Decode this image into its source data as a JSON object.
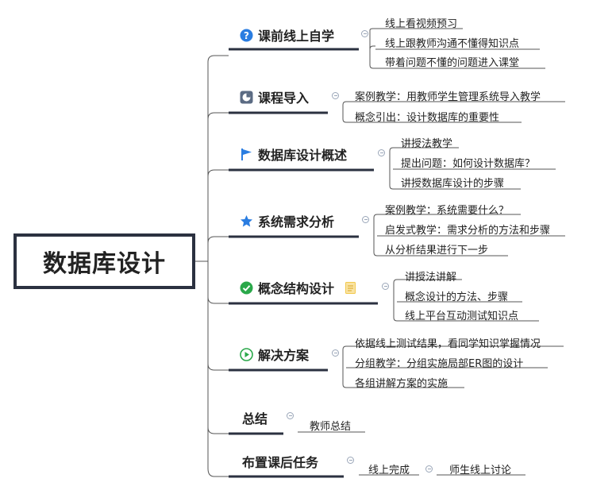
{
  "root": {
    "label": "数据库设计"
  },
  "topics": [
    {
      "label": "课前线上自学",
      "icon": "question-icon",
      "leaves": [
        "线上看视频预习",
        "线上跟教师沟通不懂得知识点",
        "带着问题不懂的问题进入课堂"
      ]
    },
    {
      "label": "课程导入",
      "icon": "pie-chart-icon",
      "leaves": [
        "案例教学：用教师学生管理系统导入教学",
        "概念引出：设计数据库的重要性"
      ]
    },
    {
      "label": "数据库设计概述",
      "icon": "flag-icon",
      "leaves": [
        "讲授法教学",
        "提出问题：如何设计数据库？",
        "讲授数据库设计的步骤"
      ]
    },
    {
      "label": "系统需求分析",
      "icon": "star-icon",
      "leaves": [
        "案例教学：系统需要什么？",
        "启发式教学：需求分析的方法和步骤",
        "从分析结果进行下一步"
      ]
    },
    {
      "label": "概念结构设计",
      "icon": "check-circle-icon",
      "leaves": [
        "讲授法讲解",
        "概念设计的方法、步骤",
        "线上平台互动测试知识点"
      ]
    },
    {
      "label": "解决方案",
      "icon": "play-circle-icon",
      "leaves": [
        "依据线上测试结果，看同学知识掌握情况",
        "分组教学：分组实施局部ER图的设计",
        "各组讲解方案的实施"
      ]
    },
    {
      "label": "总结",
      "icon": "",
      "leaves": [
        "教师总结"
      ]
    },
    {
      "label": "布置课后任务",
      "icon": "",
      "leaves": [
        "线上完成",
        "师生线上讨论"
      ]
    }
  ],
  "colors": {
    "line": "#2b3140",
    "connector": "#555555",
    "accent_blue": "#2a7de1",
    "accent_green": "#2aa84a",
    "note_yellow": "#f2c94c"
  }
}
